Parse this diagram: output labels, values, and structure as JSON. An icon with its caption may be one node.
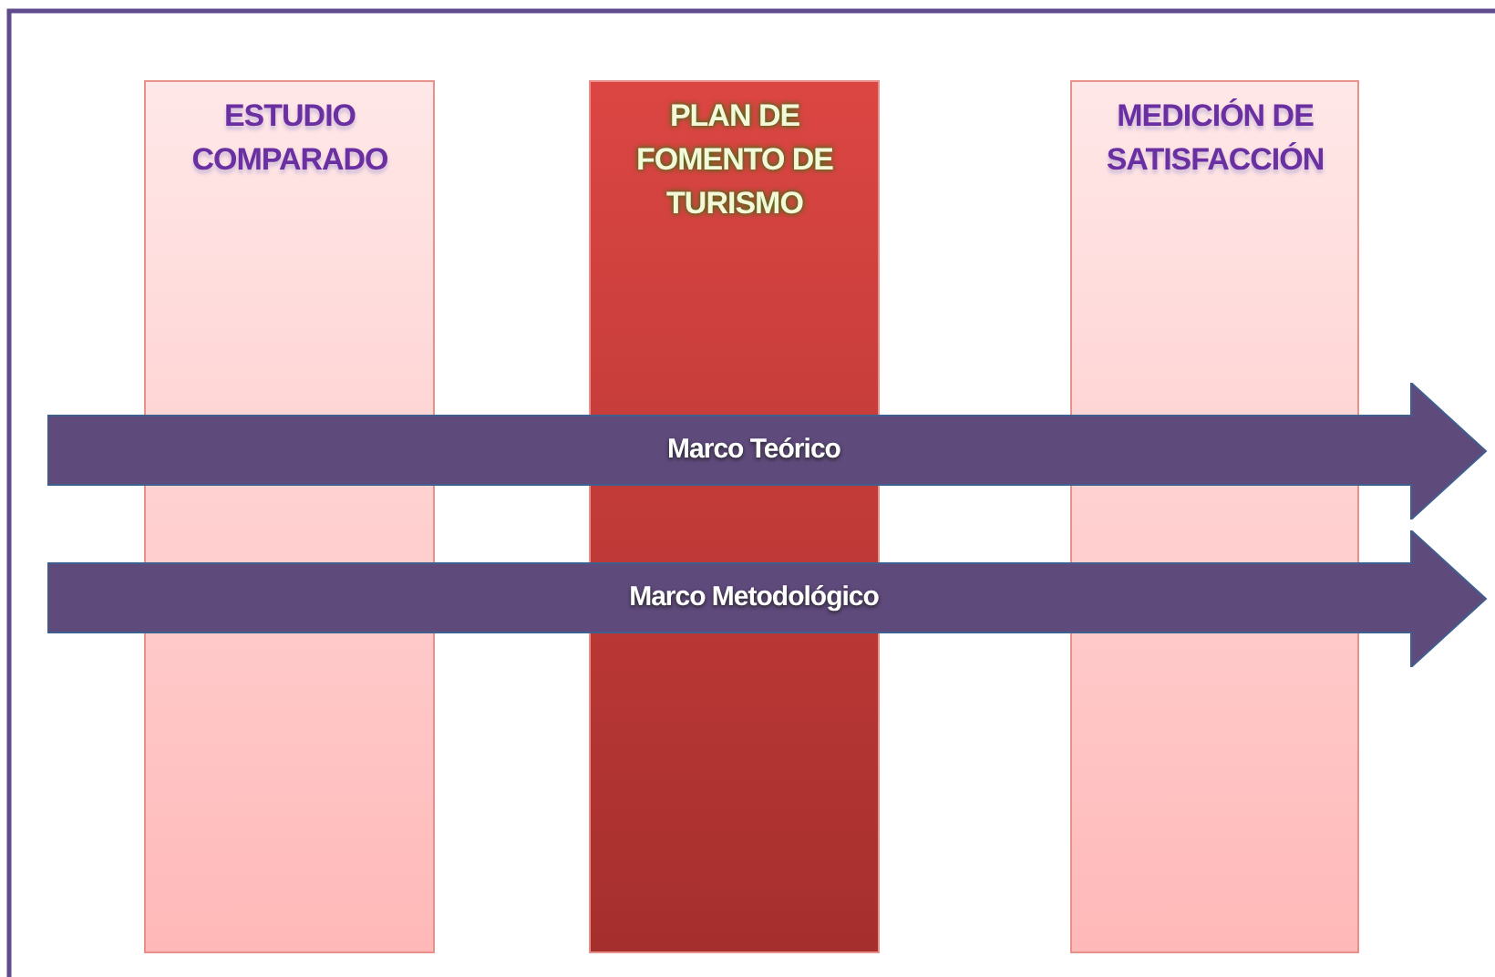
{
  "diagram": {
    "nodes": [
      {
        "text": [
          "ESTUDIO COMPARADO"
        ]
      },
      {
        "text": [
          "PLAN DE FOMENTO DE TURISMO"
        ]
      },
      {
        "text": [
          "MEDICIÓN DE SATISFACCIÓN"
        ]
      },
      {
        "text": [
          "Marco Teórico"
        ]
      },
      {
        "text": [
          "Marco Metodológico"
        ]
      }
    ]
  }
}
